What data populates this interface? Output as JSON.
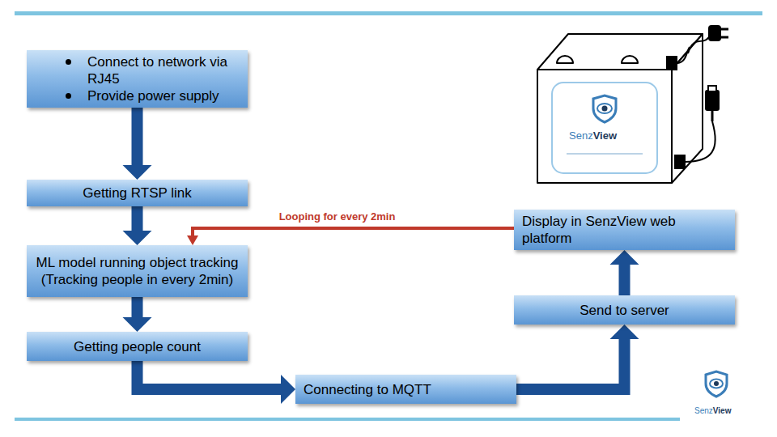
{
  "diagram": {
    "nodes": [
      {
        "text": [
          "Connect to network via RJ45",
          "Provide power supply"
        ]
      },
      {
        "text": [
          "Getting RTSP link"
        ]
      },
      {
        "text": [
          "ML model running object tracking (Tracking people in every 2min)"
        ]
      },
      {
        "text": [
          "Getting people count"
        ]
      },
      {
        "text": [
          "Connecting to MQTT"
        ]
      },
      {
        "text": [
          "Send to server"
        ]
      },
      {
        "text": [
          "Display in SenzView web platform"
        ]
      }
    ],
    "edges": [
      {
        "from": 0,
        "to": 1,
        "arrow": "to"
      },
      {
        "from": 1,
        "to": 2,
        "arrow": "to"
      },
      {
        "from": 2,
        "to": 3,
        "arrow": "to"
      },
      {
        "from": 3,
        "to": 4,
        "arrow": "to"
      },
      {
        "from": 4,
        "to": 5,
        "arrow": "to"
      },
      {
        "from": 5,
        "to": 6,
        "arrow": "to"
      },
      {
        "from": 6,
        "to": 2,
        "label": "Looping for every 2min",
        "arrow": "to"
      }
    ],
    "labels": [
      "Senz",
      "View",
      "Senz",
      "View"
    ]
  }
}
